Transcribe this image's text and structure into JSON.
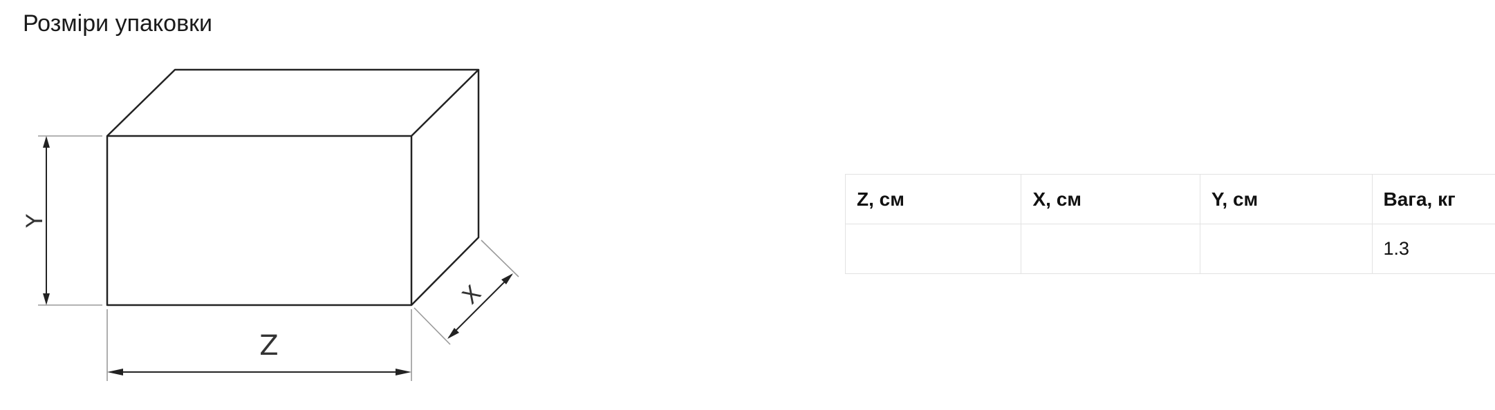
{
  "title": "Розміри упаковки",
  "diagram": {
    "labels": {
      "height": "Y",
      "width": "Z",
      "depth": "X"
    }
  },
  "table": {
    "headers": [
      "Z, см",
      "X, см",
      "Y, см",
      "Вага, кг"
    ],
    "rows": [
      [
        "",
        "",
        "",
        "1.3"
      ]
    ]
  },
  "colors": {
    "line": "#222222",
    "guide": "#9a9a9a",
    "table_border": "#e2e2e2"
  }
}
